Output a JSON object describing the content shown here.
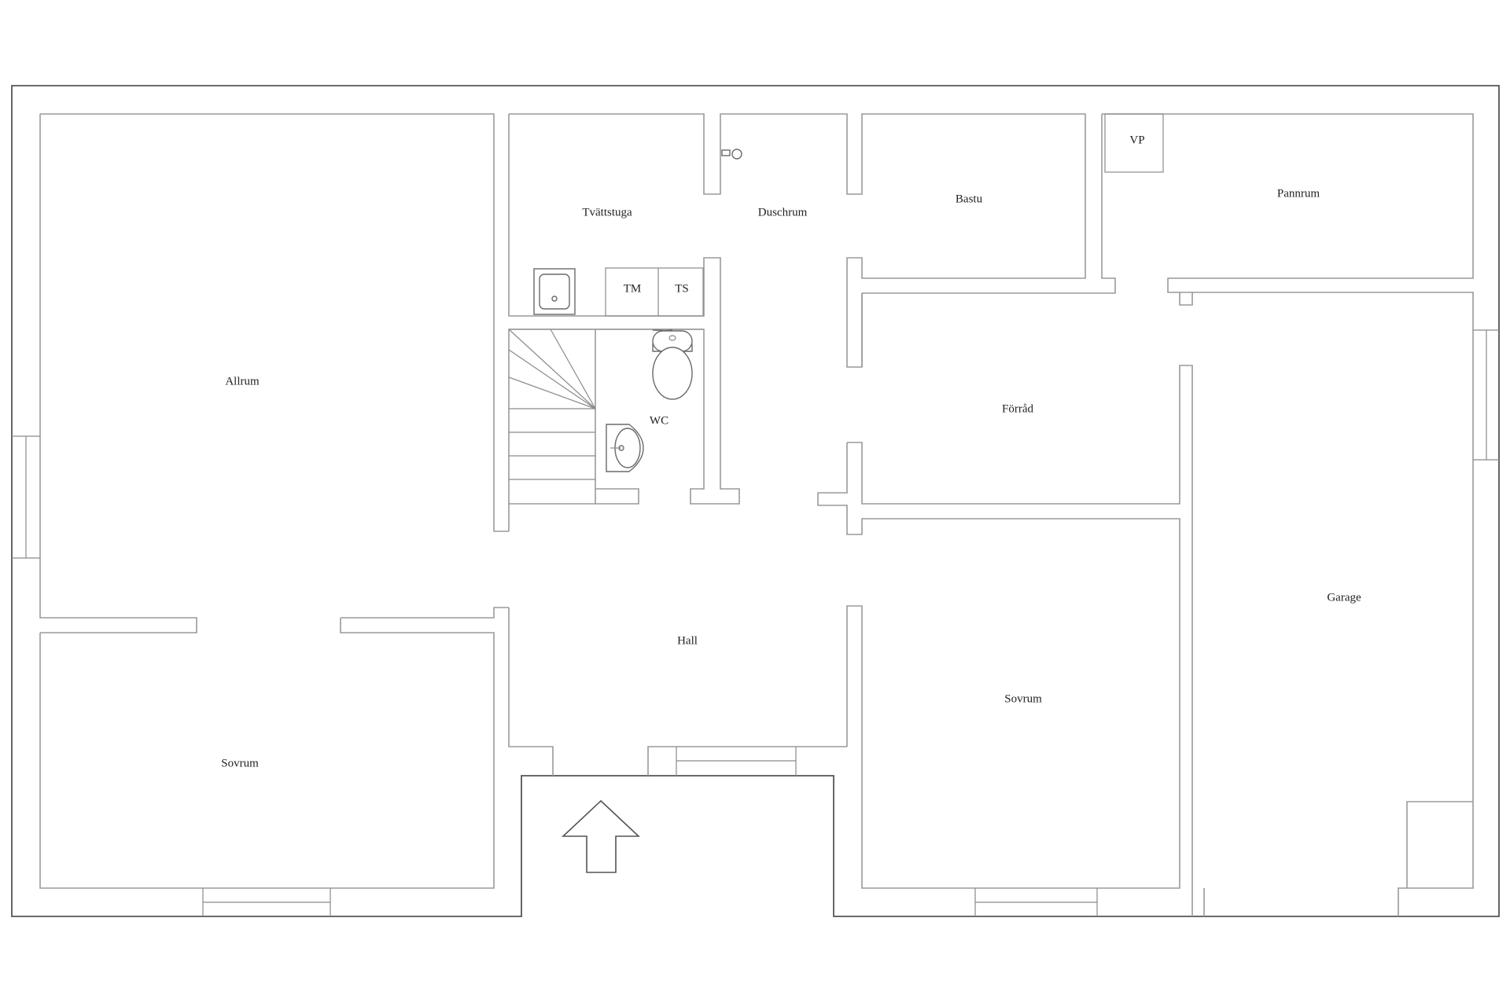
{
  "plan": {
    "rooms": {
      "allrum": "Allrum",
      "sovrum_left": "Sovrum",
      "tvattstuga": "Tvättstuga",
      "duschrum": "Duschrum",
      "bastu": "Bastu",
      "pannrum": "Pannrum",
      "vp": "VP",
      "tm": "TM",
      "ts": "TS",
      "wc": "WC",
      "forrad": "Förråd",
      "hall": "Hall",
      "sovrum_right": "Sovrum",
      "garage": "Garage"
    }
  }
}
